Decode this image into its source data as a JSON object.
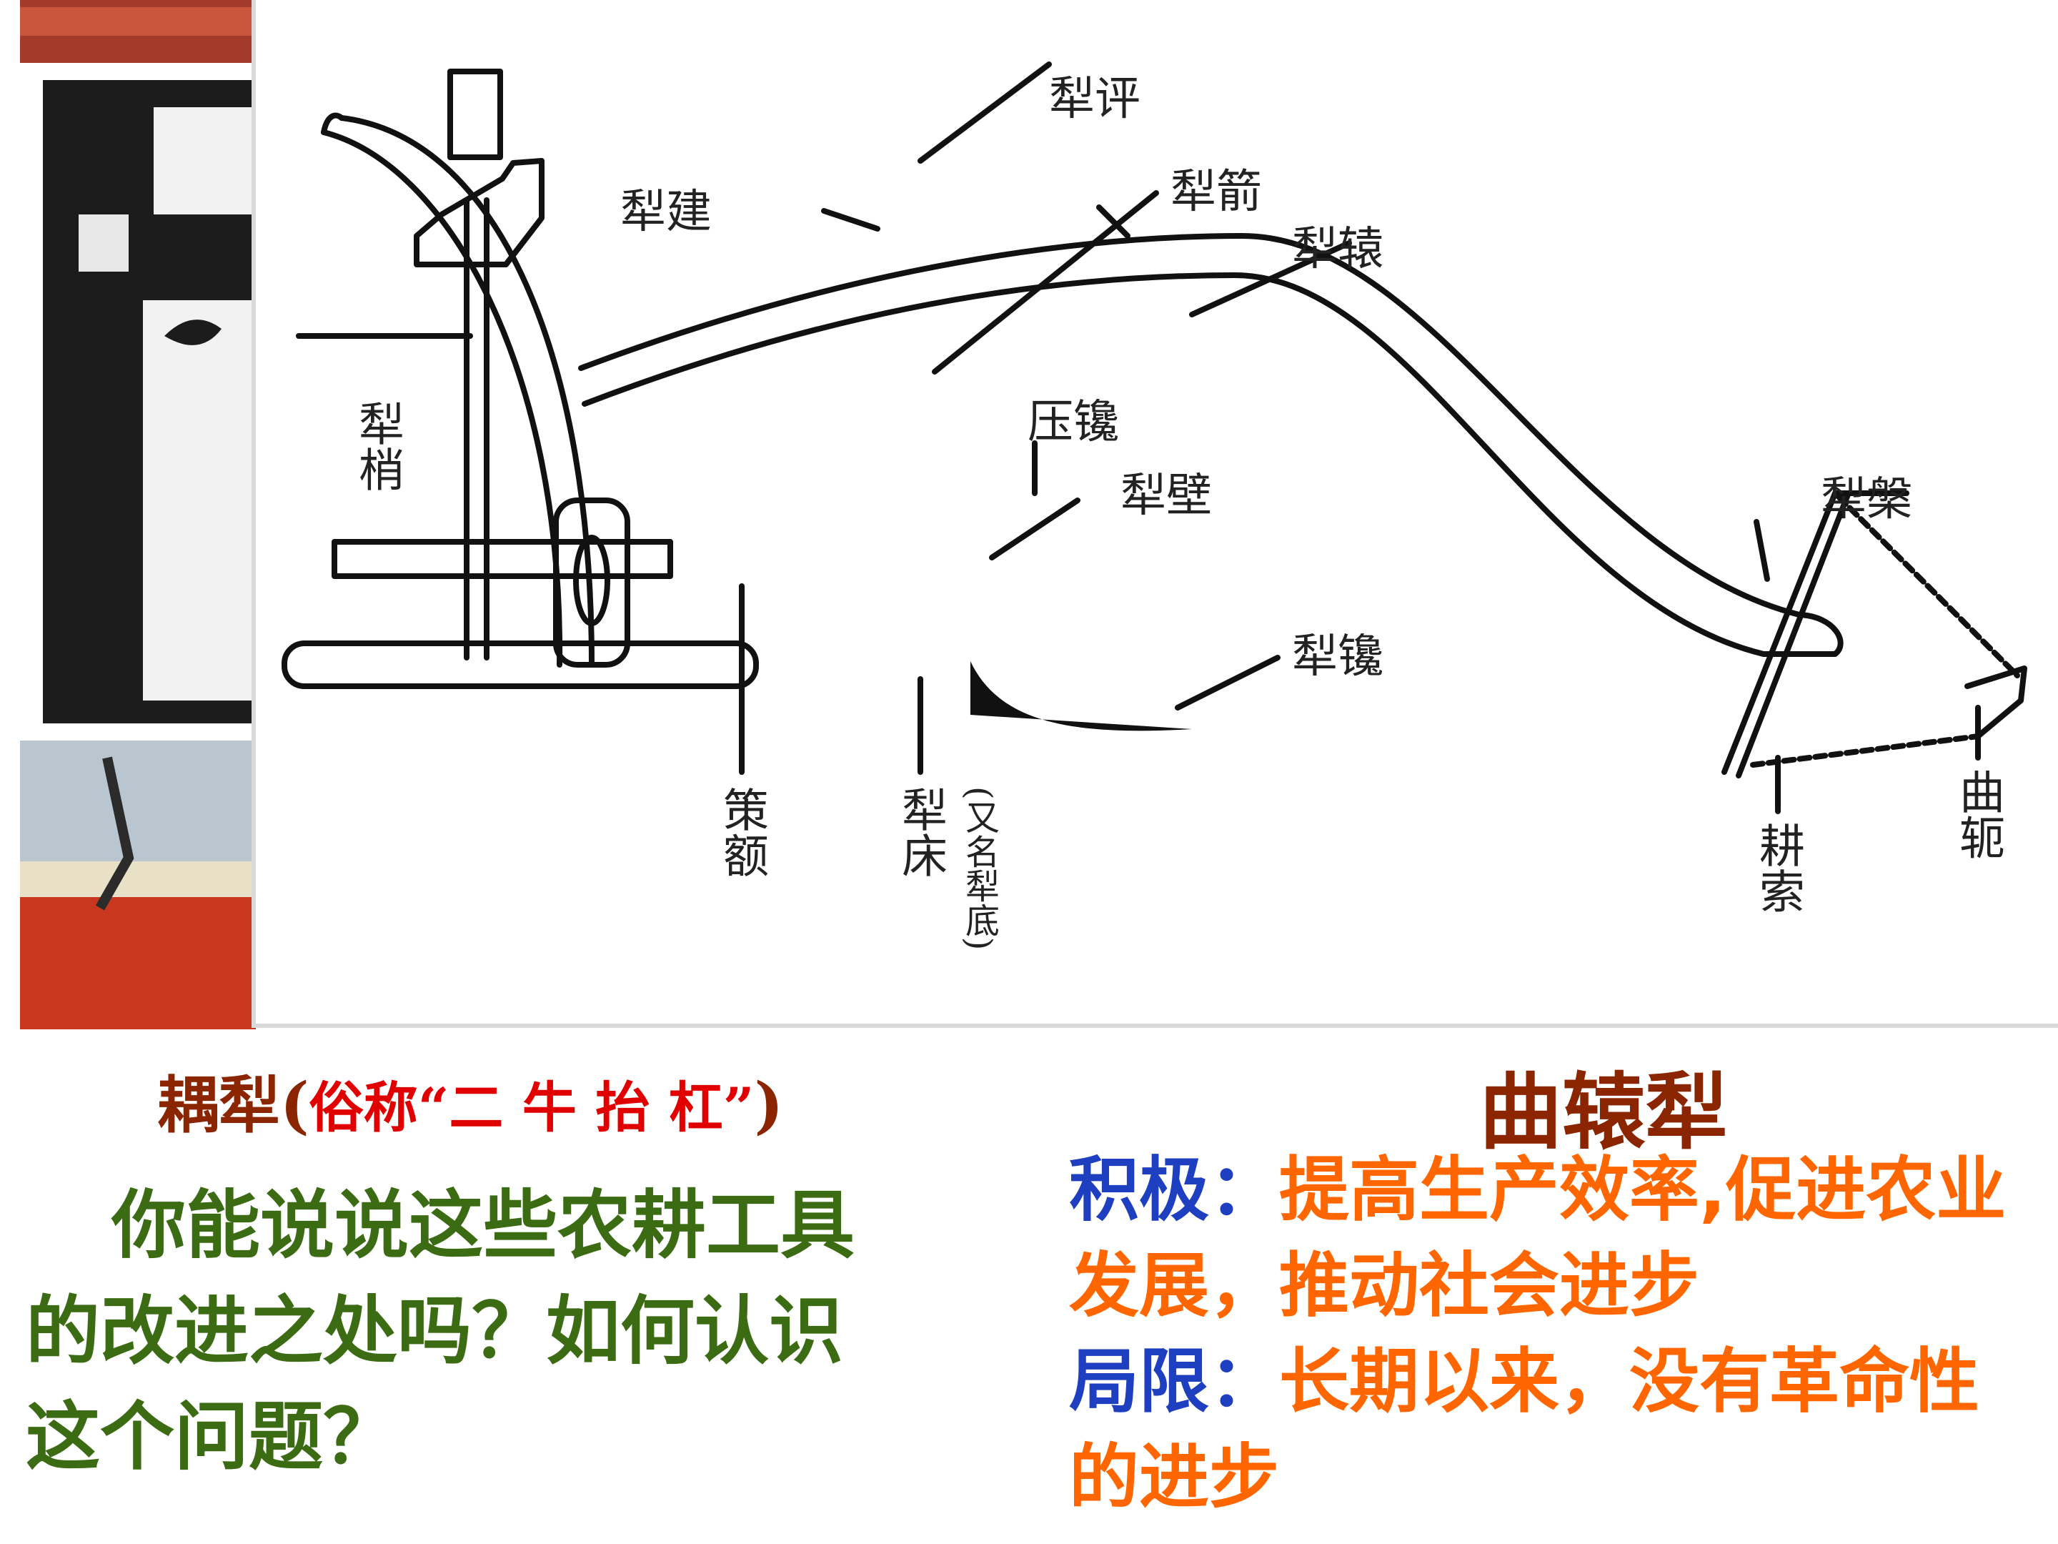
{
  "diagram": {
    "labels": {
      "li_ping": "犁评",
      "li_jian_build": "犁建",
      "li_jian_arrow": "犁箭",
      "li_yuan": "犁辕",
      "li_shao": "犁梢",
      "ya_chan": "压镵",
      "li_bi": "犁壁",
      "li_pan": "犁槃",
      "li_chan": "犁镵",
      "ce_e": "策额",
      "li_chuang": "犁床",
      "li_chuang_note": "(又名犁底)",
      "qu_e": "曲轭",
      "geng_suo": "耕索"
    }
  },
  "captions": {
    "left_main": "耦犁",
    "left_open": "(",
    "left_nickname": "俗称“二 牛 抬 杠”",
    "left_close": ")",
    "right": "曲辕犁"
  },
  "question": {
    "line1": "你能说说这些农耕工具",
    "line2": "的改进之处吗？如何认识",
    "line3": "这个问题？"
  },
  "evaluation": {
    "positive_key": "积极：",
    "positive_text": "提高生产效率,促进农业发展，推动社会进步",
    "limit_key": "局限：",
    "limit_text": "长期以来，没有革命性的进步"
  },
  "colors": {
    "caption": "#8b2500",
    "nickname": "#e00000",
    "question": "#3b6b12",
    "eval_key": "#1e3fbf",
    "eval_value": "#ff6600"
  }
}
